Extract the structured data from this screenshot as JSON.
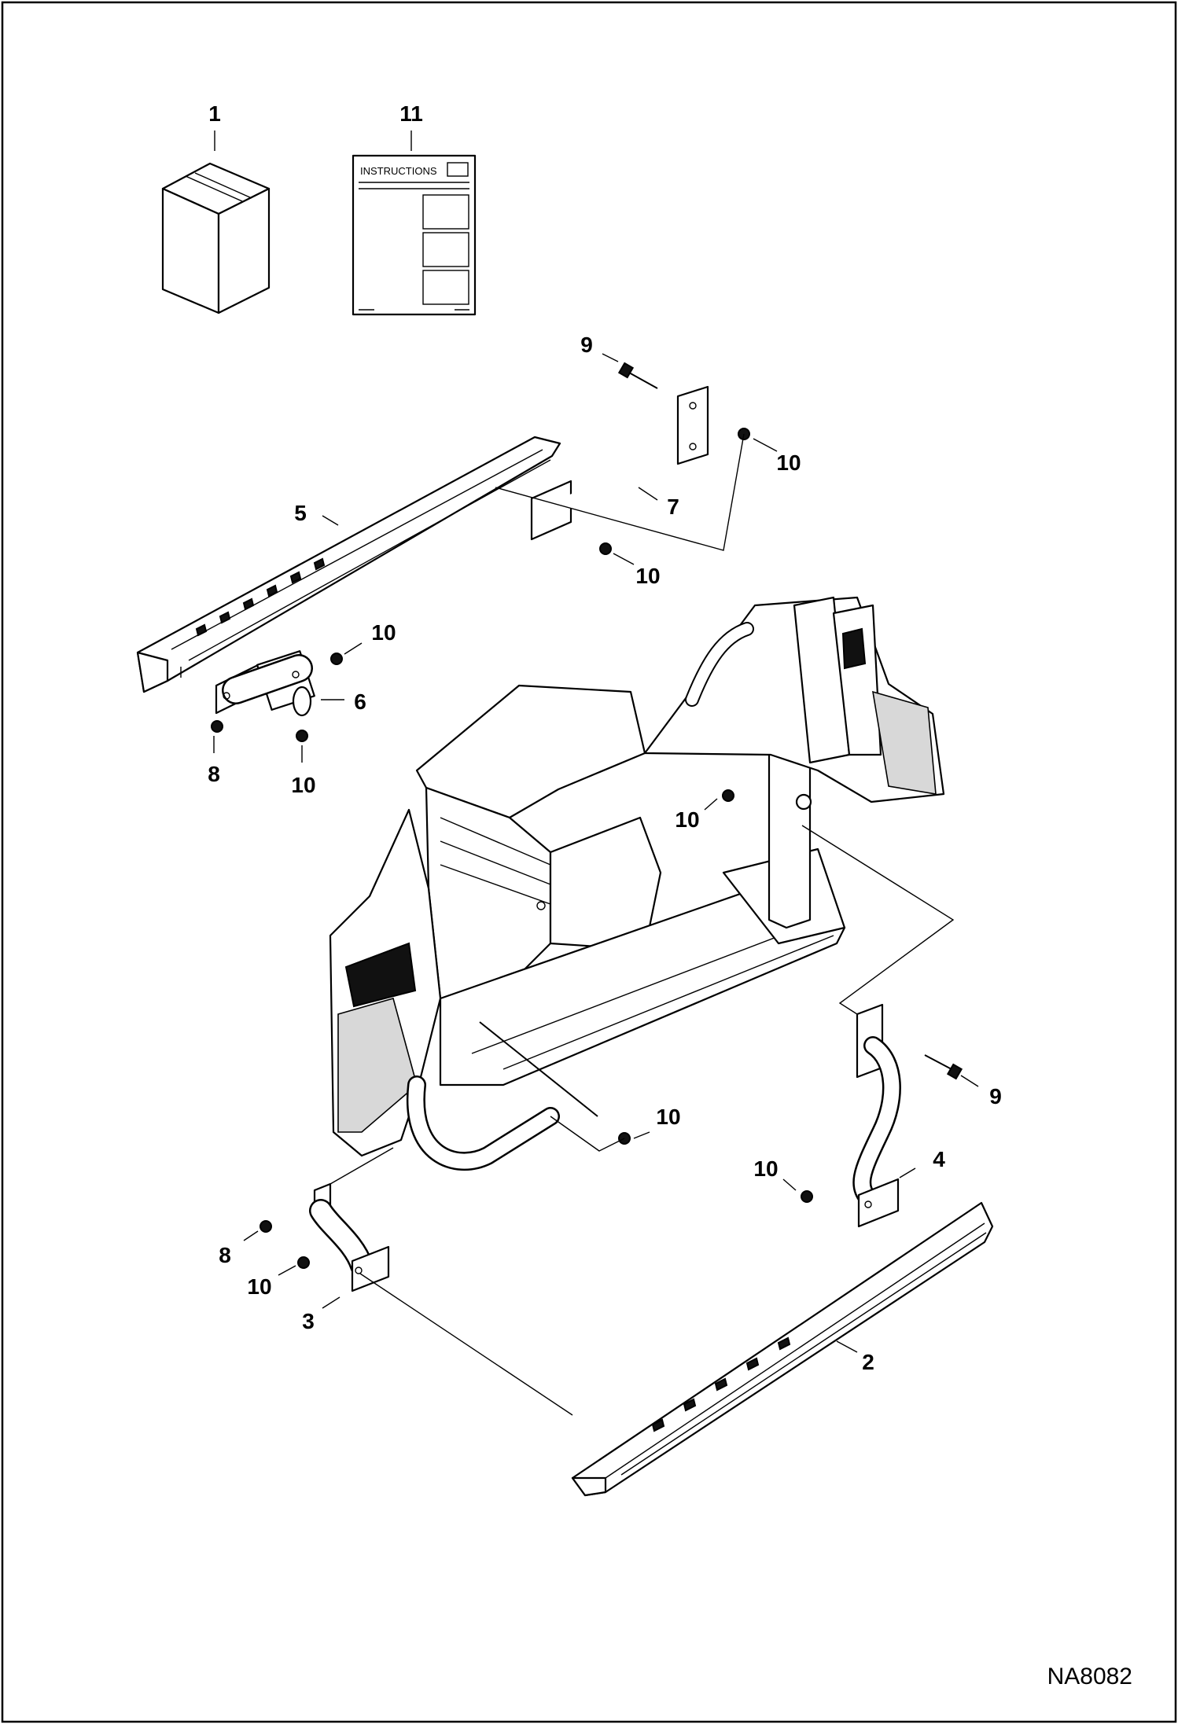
{
  "diagram": {
    "identifier": "NA8082",
    "instructions_sheet_title": "INSTRUCTIONS",
    "callouts": [
      {
        "id": "c1",
        "label": "1"
      },
      {
        "id": "c11",
        "label": "11"
      },
      {
        "id": "c9a",
        "label": "9"
      },
      {
        "id": "c10a",
        "label": "10"
      },
      {
        "id": "c7",
        "label": "7"
      },
      {
        "id": "c5",
        "label": "5"
      },
      {
        "id": "c10b",
        "label": "10"
      },
      {
        "id": "c10c",
        "label": "10"
      },
      {
        "id": "c6",
        "label": "6"
      },
      {
        "id": "c8a",
        "label": "8"
      },
      {
        "id": "c10d",
        "label": "10"
      },
      {
        "id": "c10e",
        "label": "10"
      },
      {
        "id": "c9b",
        "label": "9"
      },
      {
        "id": "c10f",
        "label": "10"
      },
      {
        "id": "c4",
        "label": "4"
      },
      {
        "id": "c10g",
        "label": "10"
      },
      {
        "id": "c8b",
        "label": "8"
      },
      {
        "id": "c10h",
        "label": "10"
      },
      {
        "id": "c3",
        "label": "3"
      },
      {
        "id": "c2",
        "label": "2"
      }
    ]
  }
}
